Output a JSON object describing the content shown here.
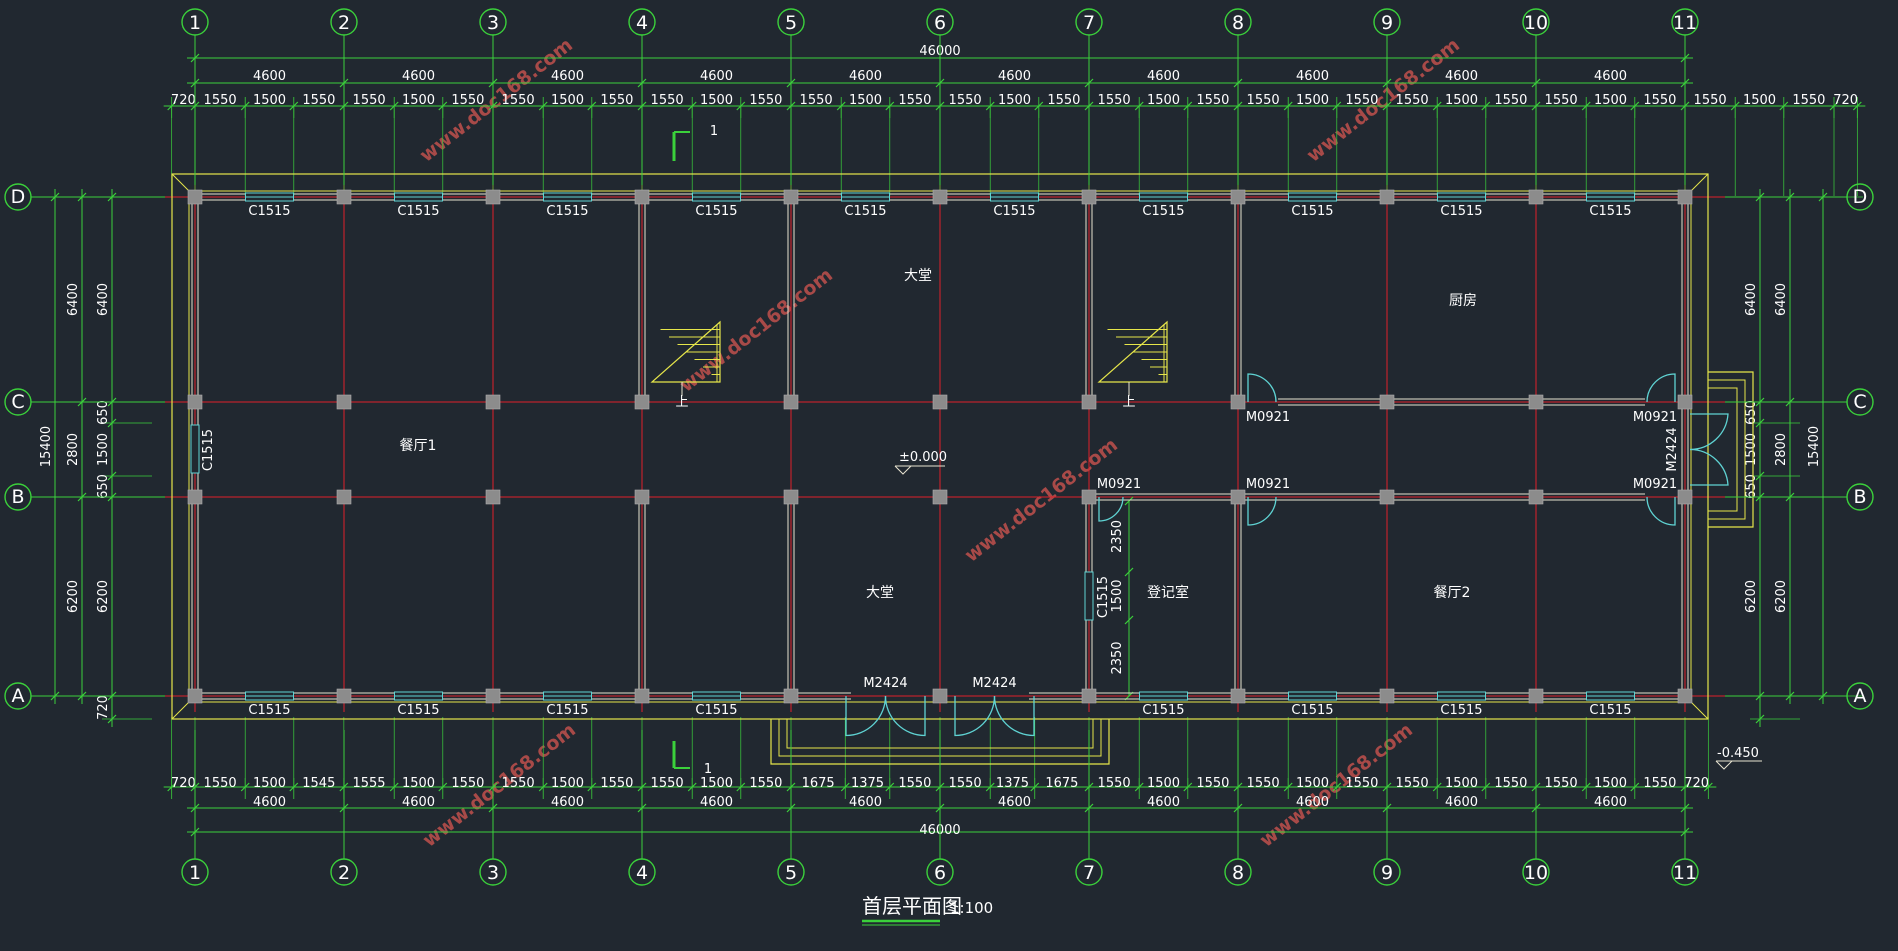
{
  "drawing": {
    "title": "首层平面图",
    "scale": "1:100",
    "watermark": "www.doc168.com",
    "total_length": "46000",
    "total_width": "15400",
    "colors": {
      "background": "#212830",
      "axis": "#e0202a",
      "dimension": "#3bd13b",
      "wall": "#e8e4d0",
      "outline": "#e6e64a",
      "window": "#5fd3d3",
      "column": "#8c8c8c"
    }
  },
  "axes": {
    "numbers": [
      "1",
      "2",
      "3",
      "4",
      "5",
      "6",
      "7",
      "8",
      "9",
      "10",
      "11"
    ],
    "letters": [
      "D",
      "C",
      "B",
      "A"
    ]
  },
  "dims": {
    "bay": "4600",
    "top_detail": [
      "720",
      "1550",
      "1500",
      "1550",
      "1550",
      "1500",
      "1550",
      "1550",
      "1500",
      "1550",
      "1550",
      "1500",
      "1550",
      "1550",
      "1500",
      "1550",
      "1550",
      "1500",
      "1550",
      "1550",
      "1500",
      "1550",
      "1550",
      "1500",
      "1550",
      "1550",
      "1500",
      "1550",
      "1550",
      "1500",
      "1550",
      "1550",
      "1500",
      "1550",
      "720"
    ],
    "bottom_detail": [
      "720",
      "1550",
      "1500",
      "1545",
      "1555",
      "1500",
      "1550",
      "1550",
      "1500",
      "1550",
      "1550",
      "1500",
      "1550",
      "1675",
      "1375",
      "1550",
      "1550",
      "1375",
      "1675",
      "1550",
      "1500",
      "1550",
      "1550",
      "1500",
      "1550",
      "1550",
      "1500",
      "1550",
      "1550",
      "1500",
      "1550",
      "720"
    ],
    "side_outer": [
      "6400",
      "2800",
      "6200"
    ],
    "side_inner": [
      "6400",
      "650",
      "1500",
      "650",
      "6200",
      "720"
    ],
    "partition_dims": [
      "2350",
      "1500",
      "2350"
    ]
  },
  "labels": {
    "window": "C1515",
    "door_small": "M0921",
    "door_large": "M2424",
    "level_floor": "±0.000",
    "level_ground": "-0.450",
    "section_mark": "1",
    "stair_up": "上"
  },
  "rooms": {
    "hall": "大堂",
    "kitchen": "厨房",
    "dining1": "餐厅1",
    "dining2": "餐厅2",
    "registration": "登记室"
  }
}
